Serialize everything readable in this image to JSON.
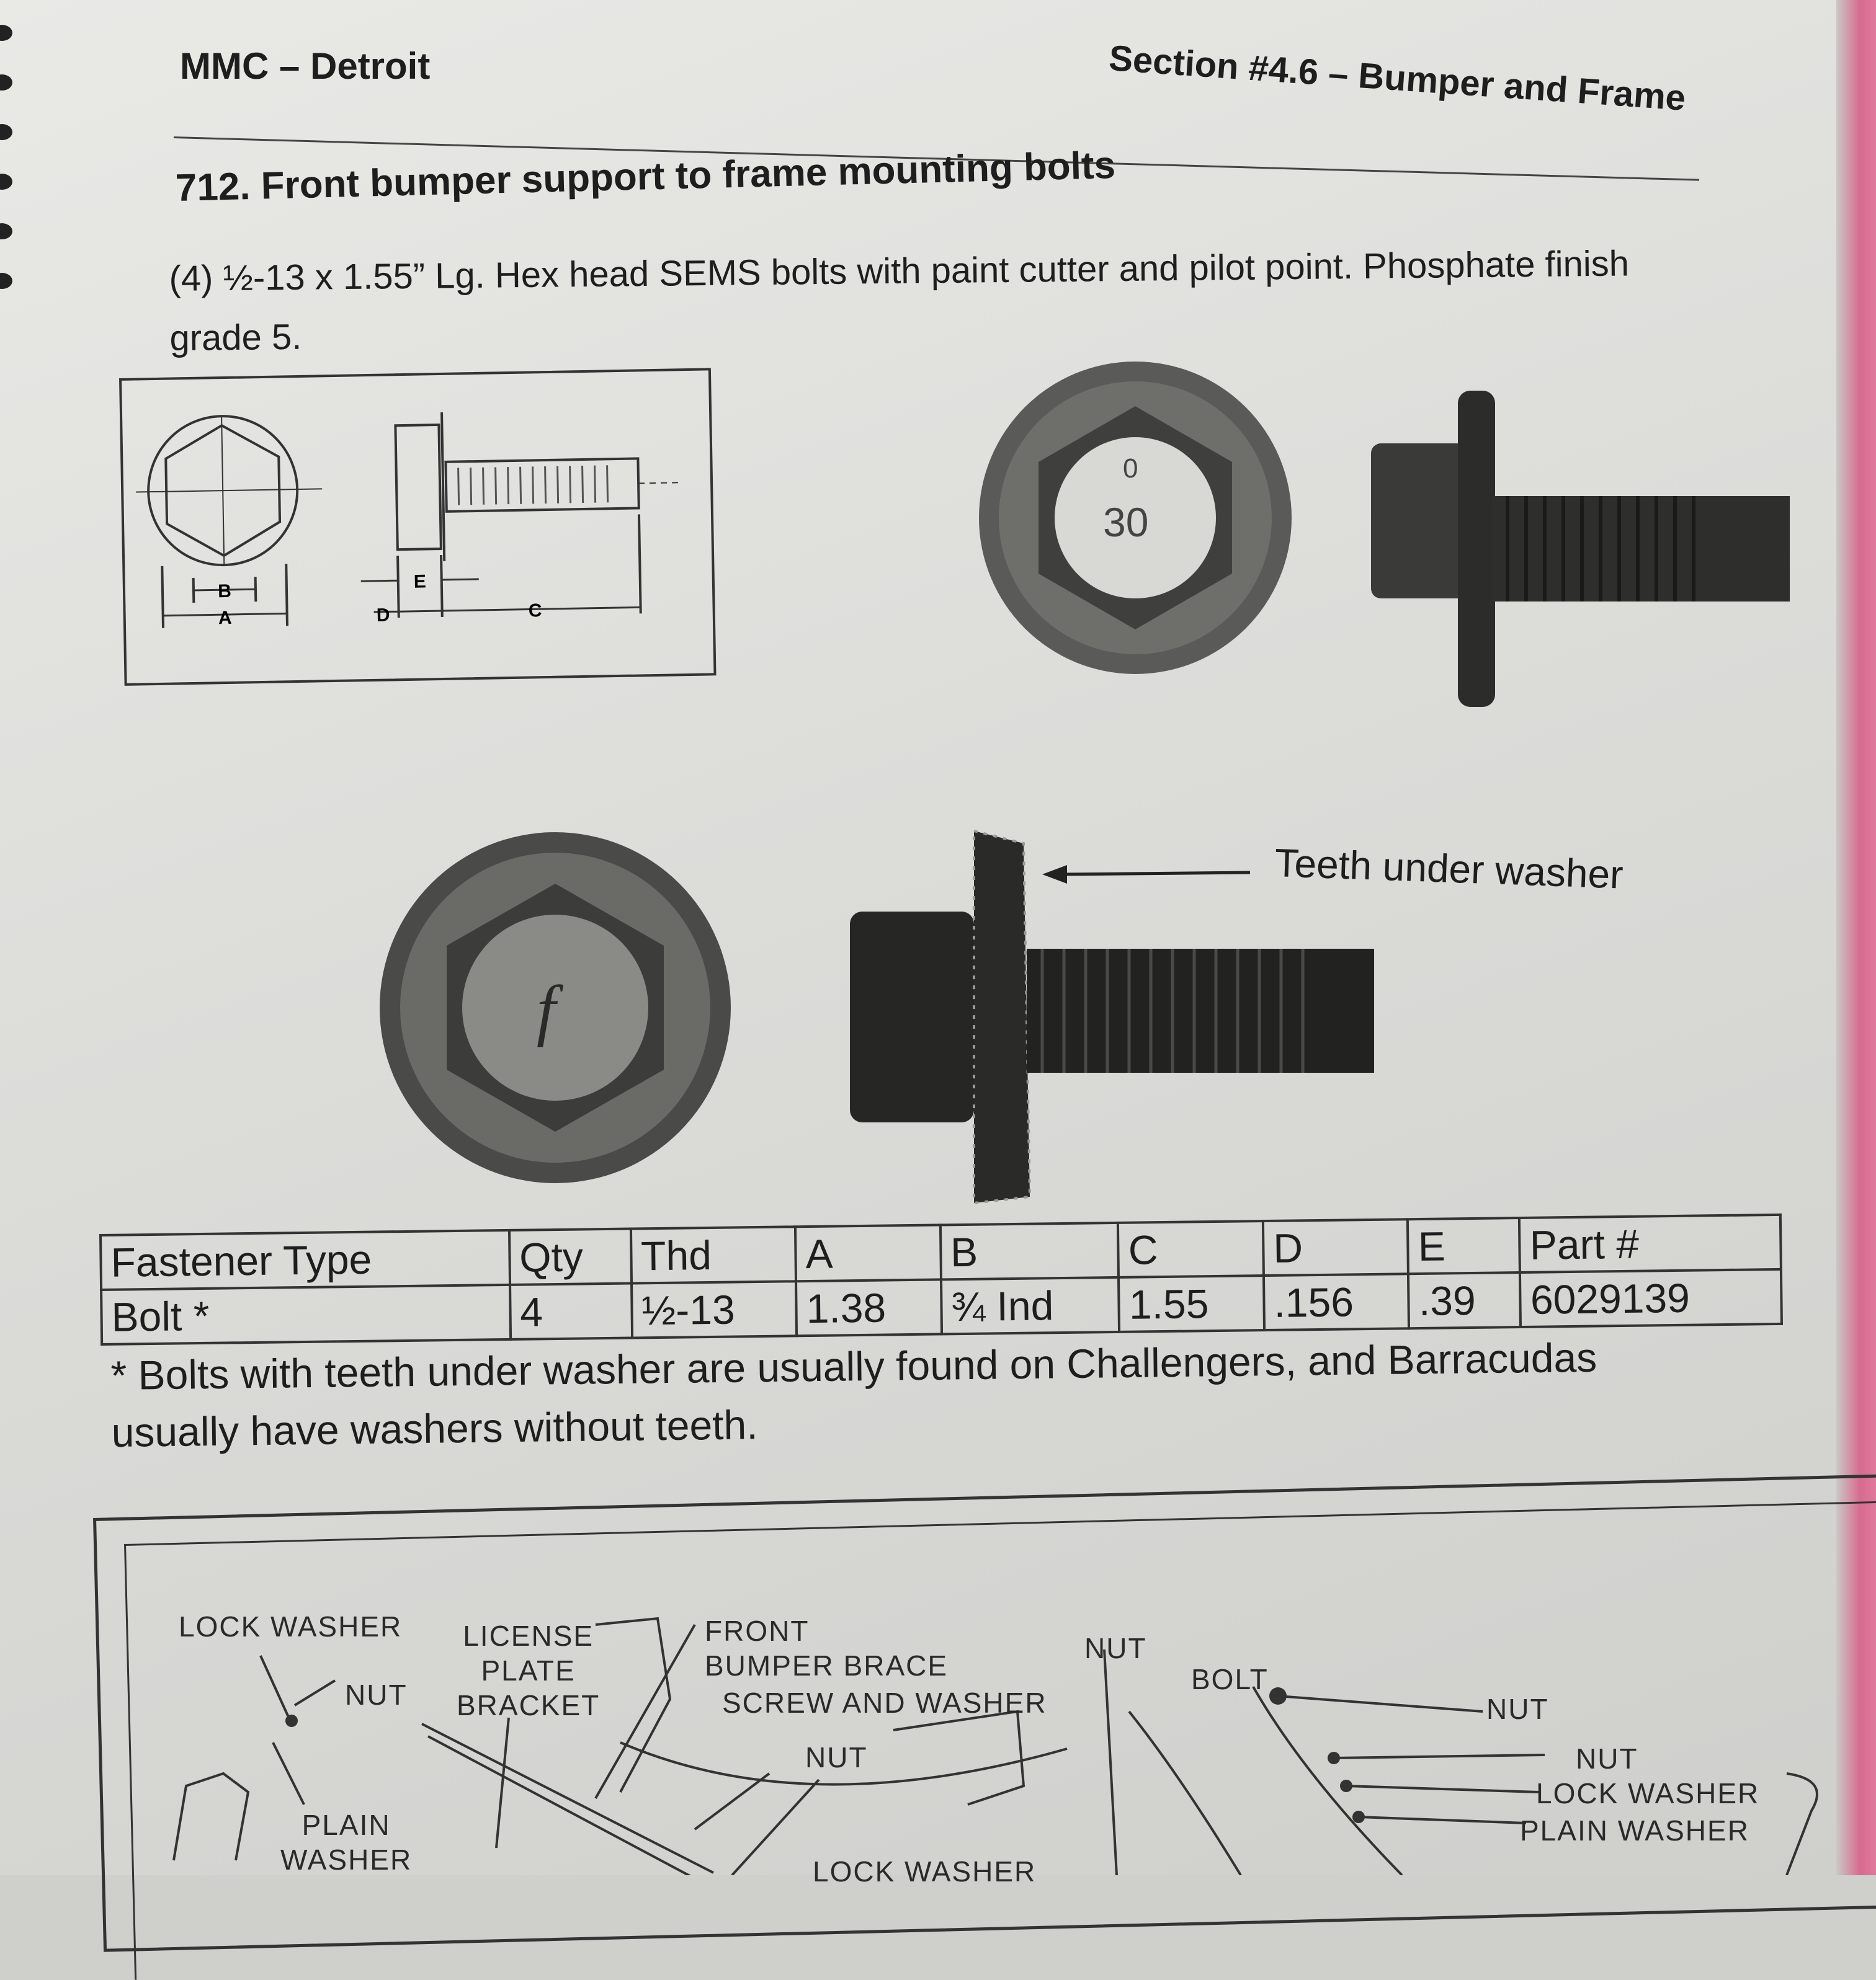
{
  "header": {
    "left": "MMC – Detroit",
    "right": "Section #4.6 – Bumper and Frame"
  },
  "section": {
    "title": "712.  Front bumper support to frame mounting bolts",
    "description": "(4) ½-13 x 1.55” Lg. Hex head SEMS bolts with paint cutter and pilot point.  Phosphate finish grade 5."
  },
  "diagram": {
    "labels": {
      "a": "A",
      "b": "B",
      "c": "C",
      "d": "D",
      "e": "E"
    }
  },
  "photos": {
    "head_marking_top": "0",
    "head_marking_mid": "30",
    "head_marking_bottom": "f",
    "teeth_caption": "Teeth under washer"
  },
  "table": {
    "headers": [
      "Fastener Type",
      "Qty",
      "Thd",
      "A",
      "B",
      "C",
      "D",
      "E",
      "Part #"
    ],
    "rows": [
      [
        "Bolt *",
        "4",
        "½-13",
        "1.38",
        "¾ Ind",
        "1.55",
        ".156",
        ".39",
        "6029139"
      ]
    ]
  },
  "footnote": "* Bolts with teeth under washer are usually found on Challengers, and Barracudas usually have washers without teeth.",
  "illustration": {
    "labels": {
      "lock_washer": "LOCK WASHER",
      "nut_1": "NUT",
      "plain_washer": "PLAIN\nWASHER",
      "license_plate_bracket": "LICENSE\nPLATE\nBRACKET",
      "front_bumper_brace": "FRONT\nBUMPER BRACE",
      "screw_and_washer": "SCREW AND WASHER",
      "nut_2": "NUT",
      "lock_washer_2": "LOCK WASHER",
      "nut_3": "NUT",
      "bolt": "BOLT",
      "nut_4": "NUT",
      "nut_5": "NUT",
      "lock_washer_3": "LOCK WASHER",
      "plain_washer_2": "PLAIN WASHER"
    }
  }
}
